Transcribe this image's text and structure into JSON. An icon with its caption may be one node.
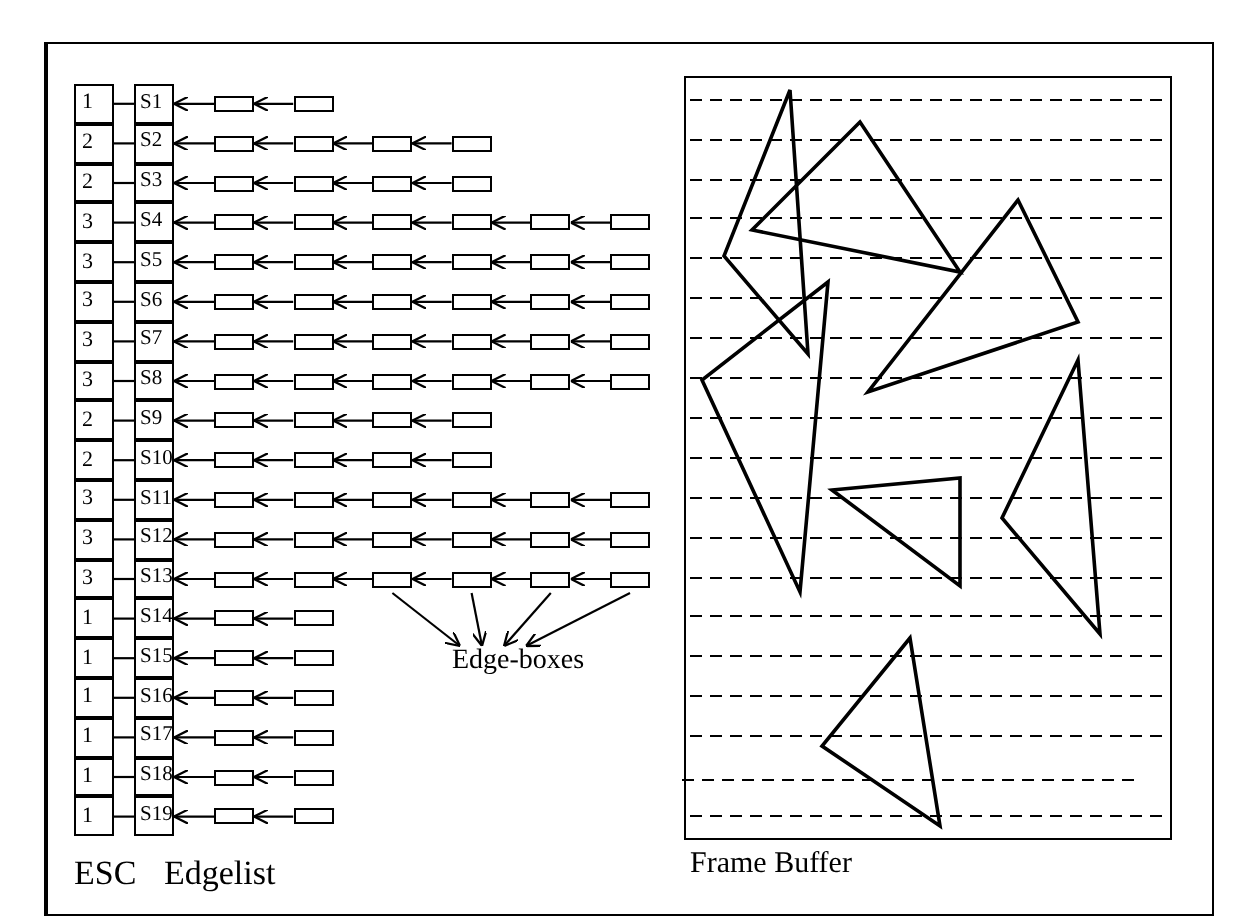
{
  "diagram": {
    "nodes": [
      {
        "text": [
          "1"
        ]
      },
      {
        "text": [
          "S1"
        ]
      },
      {
        "text": [],
        "shape": "box"
      },
      {
        "text": [],
        "shape": "box"
      },
      {
        "text": [
          "2"
        ]
      },
      {
        "text": [
          "S2"
        ]
      },
      {
        "text": [],
        "shape": "box"
      },
      {
        "text": [],
        "shape": "box"
      },
      {
        "text": [],
        "shape": "box"
      },
      {
        "text": [],
        "shape": "box"
      },
      {
        "text": [
          "2"
        ]
      },
      {
        "text": [
          "S3"
        ]
      },
      {
        "text": [],
        "shape": "box"
      },
      {
        "text": [],
        "shape": "box"
      },
      {
        "text": [],
        "shape": "box"
      },
      {
        "text": [],
        "shape": "box"
      },
      {
        "text": [
          "3"
        ]
      },
      {
        "text": [
          "S4"
        ]
      },
      {
        "text": [],
        "shape": "box"
      },
      {
        "text": [],
        "shape": "box"
      },
      {
        "text": [],
        "shape": "box"
      },
      {
        "text": [],
        "shape": "box"
      },
      {
        "text": [],
        "shape": "box"
      },
      {
        "text": [],
        "shape": "box"
      },
      {
        "text": [
          "3"
        ]
      },
      {
        "text": [
          "S5"
        ]
      },
      {
        "text": [],
        "shape": "box"
      },
      {
        "text": [],
        "shape": "box"
      },
      {
        "text": [],
        "shape": "box"
      },
      {
        "text": [],
        "shape": "box"
      },
      {
        "text": [],
        "shape": "box"
      },
      {
        "text": [],
        "shape": "box"
      },
      {
        "text": [
          "3"
        ]
      },
      {
        "text": [
          "S6"
        ]
      },
      {
        "text": [],
        "shape": "box"
      },
      {
        "text": [],
        "shape": "box"
      },
      {
        "text": [],
        "shape": "box"
      },
      {
        "text": [],
        "shape": "box"
      },
      {
        "text": [],
        "shape": "box"
      },
      {
        "text": [],
        "shape": "box"
      },
      {
        "text": [
          "3"
        ]
      },
      {
        "text": [
          "S7"
        ]
      },
      {
        "text": [],
        "shape": "box"
      },
      {
        "text": [],
        "shape": "box"
      },
      {
        "text": [],
        "shape": "box"
      },
      {
        "text": [],
        "shape": "box"
      },
      {
        "text": [],
        "shape": "box"
      },
      {
        "text": [],
        "shape": "box"
      },
      {
        "text": [
          "3"
        ]
      },
      {
        "text": [
          "S8"
        ]
      },
      {
        "text": [],
        "shape": "box"
      },
      {
        "text": [],
        "shape": "box"
      },
      {
        "text": [],
        "shape": "box"
      },
      {
        "text": [],
        "shape": "box"
      },
      {
        "text": [],
        "shape": "box"
      },
      {
        "text": [],
        "shape": "box"
      },
      {
        "text": [
          "2"
        ]
      },
      {
        "text": [
          "S9"
        ]
      },
      {
        "text": [],
        "shape": "box"
      },
      {
        "text": [],
        "shape": "box"
      },
      {
        "text": [],
        "shape": "box"
      },
      {
        "text": [],
        "shape": "box"
      },
      {
        "text": [
          "2"
        ]
      },
      {
        "text": [
          "S10"
        ]
      },
      {
        "text": [],
        "shape": "box"
      },
      {
        "text": [],
        "shape": "box"
      },
      {
        "text": [],
        "shape": "box"
      },
      {
        "text": [],
        "shape": "box"
      },
      {
        "text": [
          "3"
        ]
      },
      {
        "text": [
          "S11"
        ]
      },
      {
        "text": [],
        "shape": "box"
      },
      {
        "text": [],
        "shape": "box"
      },
      {
        "text": [],
        "shape": "box"
      },
      {
        "text": [],
        "shape": "box"
      },
      {
        "text": [],
        "shape": "box"
      },
      {
        "text": [],
        "shape": "box"
      },
      {
        "text": [
          "3"
        ]
      },
      {
        "text": [
          "S12"
        ]
      },
      {
        "text": [],
        "shape": "box"
      },
      {
        "text": [],
        "shape": "box"
      },
      {
        "text": [],
        "shape": "box"
      },
      {
        "text": [],
        "shape": "box"
      },
      {
        "text": [],
        "shape": "box"
      },
      {
        "text": [],
        "shape": "box"
      },
      {
        "text": [
          "3"
        ]
      },
      {
        "text": [
          "S13"
        ]
      },
      {
        "text": [],
        "shape": "box"
      },
      {
        "text": [],
        "shape": "box"
      },
      {
        "text": [],
        "shape": "box"
      },
      {
        "text": [],
        "shape": "box"
      },
      {
        "text": [],
        "shape": "box"
      },
      {
        "text": [],
        "shape": "box"
      },
      {
        "text": [
          "1"
        ]
      },
      {
        "text": [
          "S14"
        ]
      },
      {
        "text": [],
        "shape": "box"
      },
      {
        "text": [],
        "shape": "box"
      },
      {
        "text": [
          "1"
        ]
      },
      {
        "text": [
          "S15"
        ]
      },
      {
        "text": [],
        "shape": "box"
      },
      {
        "text": [],
        "shape": "box"
      },
      {
        "text": [
          "1"
        ]
      },
      {
        "text": [
          "S16"
        ]
      },
      {
        "text": [],
        "shape": "box"
      },
      {
        "text": [],
        "shape": "box"
      },
      {
        "text": [
          "1"
        ]
      },
      {
        "text": [
          "S17"
        ]
      },
      {
        "text": [],
        "shape": "box"
      },
      {
        "text": [],
        "shape": "box"
      },
      {
        "text": [
          "1"
        ]
      },
      {
        "text": [
          "S18"
        ]
      },
      {
        "text": [],
        "shape": "box"
      },
      {
        "text": [],
        "shape": "box"
      },
      {
        "text": [
          "1"
        ]
      },
      {
        "text": [
          "S19"
        ]
      },
      {
        "text": [],
        "shape": "box"
      },
      {
        "text": [],
        "shape": "box"
      },
      {
        "text": [
          "Frame Buffer"
        ]
      },
      {
        "text": [
          "Edge-boxes"
        ]
      }
    ],
    "edges": [
      {
        "from": 0,
        "to": 1,
        "arrow": "none"
      },
      {
        "from": 2,
        "to": 1,
        "arrow": "to"
      },
      {
        "from": 3,
        "to": 2,
        "arrow": "to"
      },
      {
        "from": 4,
        "to": 5,
        "arrow": "none"
      },
      {
        "from": 6,
        "to": 5,
        "arrow": "to"
      },
      {
        "from": 7,
        "to": 6,
        "arrow": "to"
      },
      {
        "from": 8,
        "to": 7,
        "arrow": "to"
      },
      {
        "from": 9,
        "to": 8,
        "arrow": "to"
      },
      {
        "from": 10,
        "to": 11,
        "arrow": "none"
      },
      {
        "from": 12,
        "to": 11,
        "arrow": "to"
      },
      {
        "from": 13,
        "to": 12,
        "arrow": "to"
      },
      {
        "from": 14,
        "to": 13,
        "arrow": "to"
      },
      {
        "from": 15,
        "to": 14,
        "arrow": "to"
      },
      {
        "from": 16,
        "to": 17,
        "arrow": "none"
      },
      {
        "from": 18,
        "to": 17,
        "arrow": "to"
      },
      {
        "from": 19,
        "to": 18,
        "arrow": "to"
      },
      {
        "from": 20,
        "to": 19,
        "arrow": "to"
      },
      {
        "from": 21,
        "to": 20,
        "arrow": "to"
      },
      {
        "from": 22,
        "to": 21,
        "arrow": "to"
      },
      {
        "from": 23,
        "to": 22,
        "arrow": "to"
      },
      {
        "from": 24,
        "to": 25,
        "arrow": "none"
      },
      {
        "from": 26,
        "to": 25,
        "arrow": "to"
      },
      {
        "from": 27,
        "to": 26,
        "arrow": "to"
      },
      {
        "from": 28,
        "to": 27,
        "arrow": "to"
      },
      {
        "from": 29,
        "to": 28,
        "arrow": "to"
      },
      {
        "from": 30,
        "to": 29,
        "arrow": "to"
      },
      {
        "from": 31,
        "to": 30,
        "arrow": "to"
      },
      {
        "from": 32,
        "to": 33,
        "arrow": "none"
      },
      {
        "from": 34,
        "to": 33,
        "arrow": "to"
      },
      {
        "from": 35,
        "to": 34,
        "arrow": "to"
      },
      {
        "from": 36,
        "to": 35,
        "arrow": "to"
      },
      {
        "from": 37,
        "to": 36,
        "arrow": "to"
      },
      {
        "from": 38,
        "to": 37,
        "arrow": "to"
      },
      {
        "from": 39,
        "to": 38,
        "arrow": "to"
      },
      {
        "from": 40,
        "to": 41,
        "arrow": "none"
      },
      {
        "from": 42,
        "to": 41,
        "arrow": "to"
      },
      {
        "from": 43,
        "to": 42,
        "arrow": "to"
      },
      {
        "from": 44,
        "to": 43,
        "arrow": "to"
      },
      {
        "from": 45,
        "to": 44,
        "arrow": "to"
      },
      {
        "from": 46,
        "to": 45,
        "arrow": "to"
      },
      {
        "from": 47,
        "to": 46,
        "arrow": "to"
      },
      {
        "from": 48,
        "to": 49,
        "arrow": "none"
      },
      {
        "from": 50,
        "to": 49,
        "arrow": "to"
      },
      {
        "from": 51,
        "to": 50,
        "arrow": "to"
      },
      {
        "from": 52,
        "to": 51,
        "arrow": "to"
      },
      {
        "from": 53,
        "to": 52,
        "arrow": "to"
      },
      {
        "from": 54,
        "to": 53,
        "arrow": "to"
      },
      {
        "from": 55,
        "to": 54,
        "arrow": "to"
      },
      {
        "from": 56,
        "to": 57,
        "arrow": "none"
      },
      {
        "from": 58,
        "to": 57,
        "arrow": "to"
      },
      {
        "from": 59,
        "to": 58,
        "arrow": "to"
      },
      {
        "from": 60,
        "to": 59,
        "arrow": "to"
      },
      {
        "from": 61,
        "to": 60,
        "arrow": "to"
      },
      {
        "from": 62,
        "to": 63,
        "arrow": "none"
      },
      {
        "from": 64,
        "to": 63,
        "arrow": "to"
      },
      {
        "from": 65,
        "to": 64,
        "arrow": "to"
      },
      {
        "from": 66,
        "to": 65,
        "arrow": "to"
      },
      {
        "from": 67,
        "to": 66,
        "arrow": "to"
      },
      {
        "from": 68,
        "to": 69,
        "arrow": "none"
      },
      {
        "from": 70,
        "to": 69,
        "arrow": "to"
      },
      {
        "from": 71,
        "to": 70,
        "arrow": "to"
      },
      {
        "from": 72,
        "to": 71,
        "arrow": "to"
      },
      {
        "from": 73,
        "to": 72,
        "arrow": "to"
      },
      {
        "from": 74,
        "to": 73,
        "arrow": "to"
      },
      {
        "from": 75,
        "to": 74,
        "arrow": "to"
      },
      {
        "from": 76,
        "to": 77,
        "arrow": "none"
      },
      {
        "from": 78,
        "to": 77,
        "arrow": "to"
      },
      {
        "from": 79,
        "to": 78,
        "arrow": "to"
      },
      {
        "from": 80,
        "to": 79,
        "arrow": "to"
      },
      {
        "from": 81,
        "to": 80,
        "arrow": "to"
      },
      {
        "from": 82,
        "to": 81,
        "arrow": "to"
      },
      {
        "from": 83,
        "to": 82,
        "arrow": "to"
      },
      {
        "from": 84,
        "to": 85,
        "arrow": "none"
      },
      {
        "from": 86,
        "to": 85,
        "arrow": "to"
      },
      {
        "from": 87,
        "to": 86,
        "arrow": "to"
      },
      {
        "from": 88,
        "to": 87,
        "arrow": "to"
      },
      {
        "from": 89,
        "to": 88,
        "arrow": "to"
      },
      {
        "from": 90,
        "to": 89,
        "arrow": "to"
      },
      {
        "from": 91,
        "to": 90,
        "arrow": "to"
      },
      {
        "from": 92,
        "to": 93,
        "arrow": "none"
      },
      {
        "from": 94,
        "to": 93,
        "arrow": "to"
      },
      {
        "from": 95,
        "to": 94,
        "arrow": "to"
      },
      {
        "from": 96,
        "to": 97,
        "arrow": "none"
      },
      {
        "from": 98,
        "to": 97,
        "arrow": "to"
      },
      {
        "from": 99,
        "to": 98,
        "arrow": "to"
      },
      {
        "from": 100,
        "to": 101,
        "arrow": "none"
      },
      {
        "from": 102,
        "to": 101,
        "arrow": "to"
      },
      {
        "from": 103,
        "to": 102,
        "arrow": "to"
      },
      {
        "from": 104,
        "to": 105,
        "arrow": "none"
      },
      {
        "from": 106,
        "to": 105,
        "arrow": "to"
      },
      {
        "from": 107,
        "to": 106,
        "arrow": "to"
      },
      {
        "from": 108,
        "to": 109,
        "arrow": "none"
      },
      {
        "from": 110,
        "to": 109,
        "arrow": "to"
      },
      {
        "from": 111,
        "to": 110,
        "arrow": "to"
      },
      {
        "from": 112,
        "to": 113,
        "arrow": "none"
      },
      {
        "from": 114,
        "to": 113,
        "arrow": "to"
      },
      {
        "from": 115,
        "to": 114,
        "arrow": "to"
      },
      {
        "from": 88,
        "to": 117,
        "arrow": "to"
      },
      {
        "from": 89,
        "to": 117,
        "arrow": "to"
      },
      {
        "from": 90,
        "to": 117,
        "arrow": "to"
      },
      {
        "from": 91,
        "to": 117,
        "arrow": "to"
      }
    ],
    "labels": [
      "ESC",
      "Edgelist"
    ]
  }
}
